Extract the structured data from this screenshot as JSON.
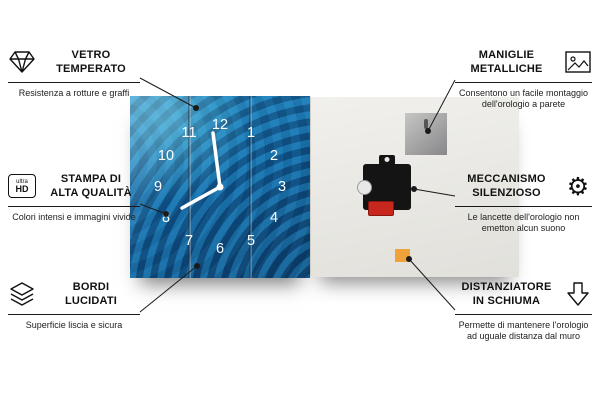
{
  "product": {
    "name": "glass wall clock infographic",
    "clock": {
      "numbers": [
        "12",
        "1",
        "2",
        "3",
        "4",
        "5",
        "6",
        "7",
        "8",
        "9",
        "10",
        "11"
      ],
      "face_accent_color": "#1265a5",
      "back_color": "#e9e8e3",
      "foam_spacer_color": "#f0a23a"
    }
  },
  "icons": {
    "gear_glyph": "⚙",
    "ultra_hd_top": "ultra",
    "ultra_hd_bottom": "HD"
  },
  "callouts": {
    "left": [
      {
        "title1": "VETRO",
        "title2": "TEMPERATO",
        "desc": "Resistenza a rotture e graffi"
      },
      {
        "title1": "STAMPA DI",
        "title2": "ALTA QUALITÀ",
        "desc": "Colori intensi e immagini vivide"
      },
      {
        "title1": "BORDI",
        "title2": "LUCIDATI",
        "desc": "Superficie liscia e sicura"
      }
    ],
    "right": [
      {
        "title1": "MANIGLIE",
        "title2": "METALLICHE",
        "desc": "Consentono un facile montaggio dell'orologio a parete"
      },
      {
        "title1": "MECCANISMO",
        "title2": "SILENZIOSO",
        "desc": "Le lancette dell'orologio non emetton alcun suono"
      },
      {
        "title1": "DISTANZIATORE",
        "title2": "IN SCHIUMA",
        "desc": "Permette di mantenere l'orologio ad uguale distanza dal muro"
      }
    ]
  }
}
